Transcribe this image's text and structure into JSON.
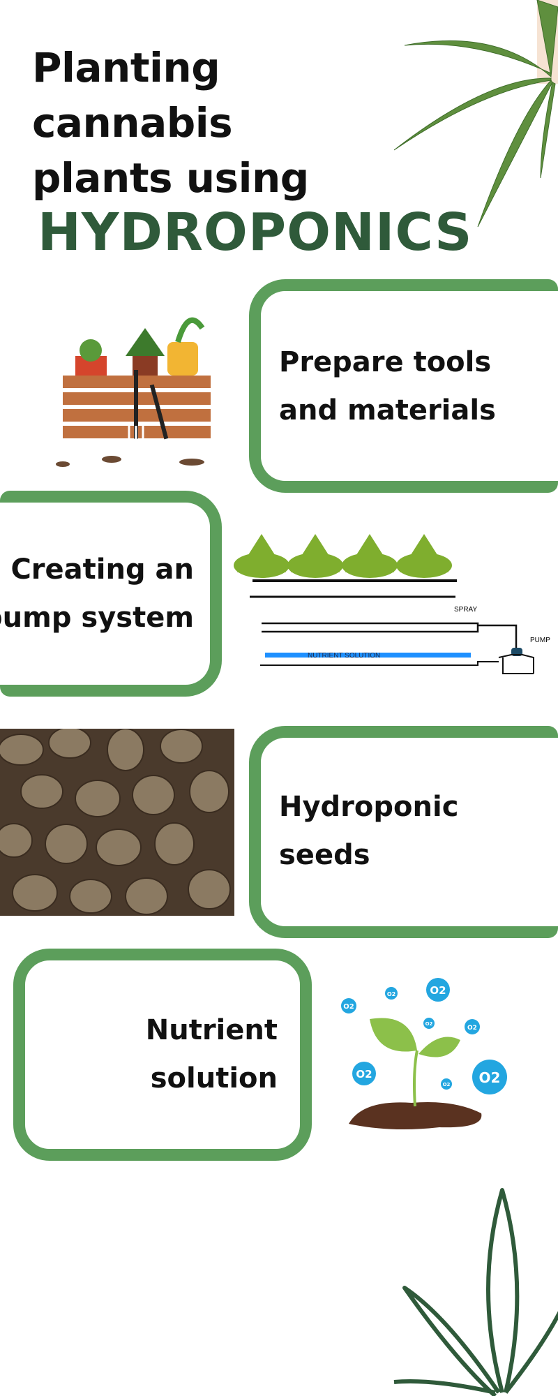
{
  "header": {
    "title_lines": [
      "Planting",
      "cannabis",
      "plants using"
    ],
    "highlight": "HYDROPONICS"
  },
  "colors": {
    "accent_green": "#5c9e5b",
    "title_green": "#2f5a3a",
    "solution_blue": "#1e90ff"
  },
  "steps": [
    {
      "lines": [
        "Prepare tools",
        "and materials"
      ],
      "image": "gardening-tools-and-potted-plants"
    },
    {
      "lines": [
        "Creating an",
        "pump system"
      ],
      "image": "hydroponic-pump-diagram"
    },
    {
      "lines": [
        "Hydroponic",
        "seeds"
      ],
      "image": "cannabis-seeds-photo"
    },
    {
      "lines": [
        "Nutrient",
        "solution"
      ],
      "image": "sprout-with-oxygen-bubbles"
    }
  ],
  "diagram": {
    "spray": "SPRAY",
    "pump": "PUMP",
    "solution": "NUTRIENT SOLUTION"
  },
  "bubbles": [
    "O2",
    "O2",
    "O2",
    "O2",
    "O2",
    "O2",
    "O2",
    "O2"
  ]
}
